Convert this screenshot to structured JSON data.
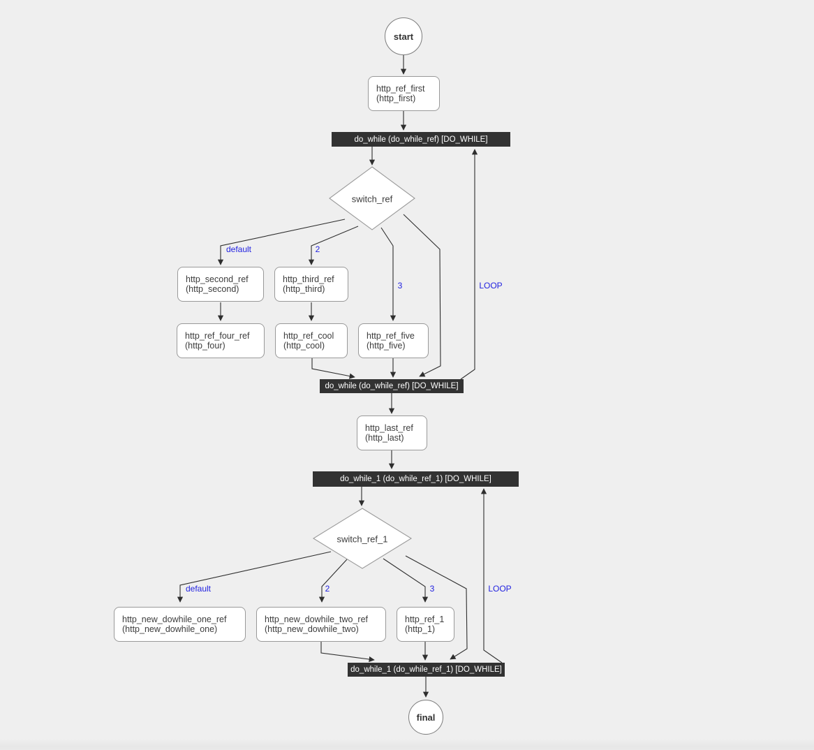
{
  "diagram": {
    "terminals": {
      "start": "start",
      "final": "final"
    },
    "tasks": {
      "first": {
        "name": "http_ref_first",
        "ref": "(http_first)"
      },
      "second": {
        "name": "http_second_ref",
        "ref": "(http_second)"
      },
      "third": {
        "name": "http_third_ref",
        "ref": "(http_third)"
      },
      "four": {
        "name": "http_ref_four_ref",
        "ref": "(http_four)"
      },
      "cool": {
        "name": "http_ref_cool",
        "ref": "(http_cool)"
      },
      "five": {
        "name": "http_ref_five",
        "ref": "(http_five)"
      },
      "last": {
        "name": "http_last_ref",
        "ref": "(http_last)"
      },
      "new_one": {
        "name": "http_new_dowhile_one_ref",
        "ref": "(http_new_dowhile_one)"
      },
      "new_two": {
        "name": "http_new_dowhile_two_ref",
        "ref": "(http_new_dowhile_two)"
      },
      "ref1": {
        "name": "http_ref_1",
        "ref": "(http_1)"
      }
    },
    "bars": {
      "loop1_top": "do_while (do_while_ref) [DO_WHILE]",
      "loop1_end": "do_while (do_while_ref) [DO_WHILE]",
      "loop2_top": "do_while_1 (do_while_ref_1) [DO_WHILE]",
      "loop2_end": "do_while_1 (do_while_ref_1) [DO_WHILE]"
    },
    "switches": {
      "switch_ref": "switch_ref",
      "switch_ref_1": "switch_ref_1"
    },
    "edge_labels": {
      "d1_default": "default",
      "d1_case2": "2",
      "d1_case3": "3",
      "d1_loop": "LOOP",
      "d2_default": "default",
      "d2_case2": "2",
      "d2_case3": "3",
      "d2_loop": "LOOP"
    },
    "colors": {
      "background": "#efefef",
      "bar_background": "#323232",
      "bar_text": "#ffffff",
      "edge_line": "#2e2e2e",
      "edge_label": "#2222e0",
      "node_border": "#999999",
      "node_background": "#ffffff",
      "node_text": "#3c3c3c"
    }
  }
}
